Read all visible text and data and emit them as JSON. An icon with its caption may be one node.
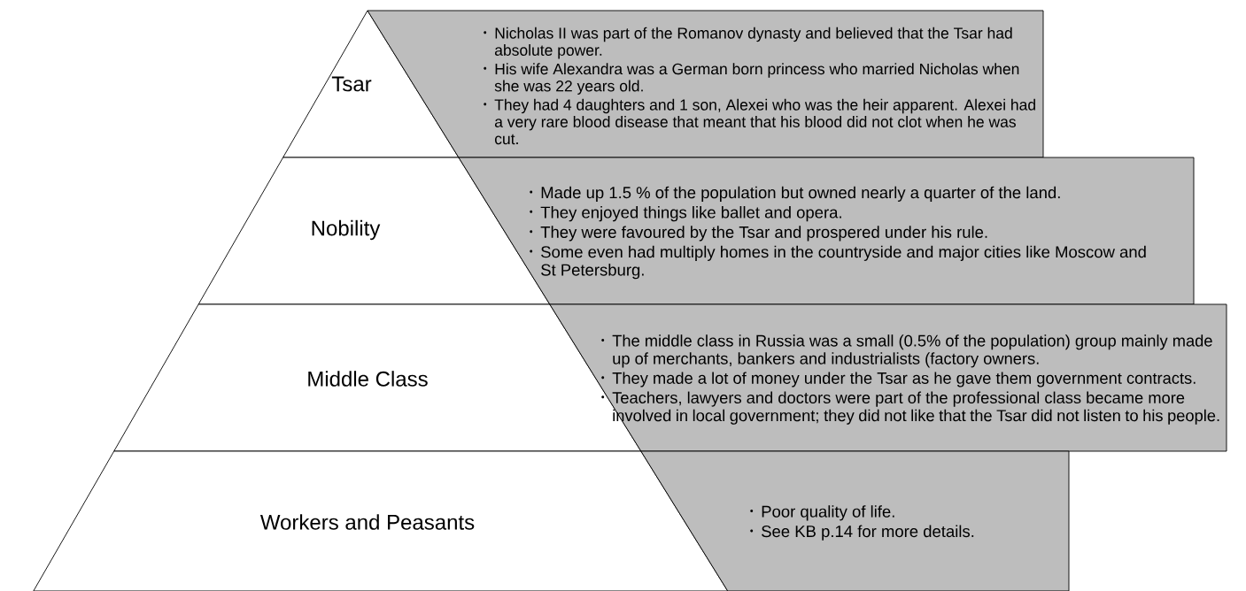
{
  "diagram": {
    "nodes": [
      {
        "text": [
          "Tsar"
        ]
      },
      {
        "text": [
          "Nicholas II was part of the Romanov dynasty and believed that the Tsar had absolute power.",
          "His wife Alexandra was a German born princess who married Nicholas when she was 22 years old.",
          "They had 4 daughters and 1 son, Alexei who was the heir apparent. Alexei had a very rare blood disease that meant that his blood did not clot when he was cut."
        ]
      },
      {
        "text": [
          "Nobility"
        ]
      },
      {
        "text": [
          "Made up 1.5 % of the population but owned nearly a quarter of the land.",
          "They enjoyed things like ballet and opera.",
          "They were favoured by the Tsar and prospered under his rule.",
          "Some even had multiply homes in the countryside and major cities like Moscow and St Petersburg."
        ]
      },
      {
        "text": [
          "Middle Class"
        ]
      },
      {
        "text": [
          "The middle class in Russia was a small (0.5% of the population) group mainly made up of merchants, bankers and industrialists (factory owners.",
          "They made a lot of money under the Tsar as he gave them government contracts.",
          "Teachers, lawyers and doctors were part of the professional class became more involved in local government; they did not like that the Tsar did not listen to his people."
        ]
      },
      {
        "text": [
          "Workers and Peasants"
        ]
      },
      {
        "text": [
          "Poor quality of life.",
          "See KB p.14 for more details."
        ]
      }
    ]
  }
}
